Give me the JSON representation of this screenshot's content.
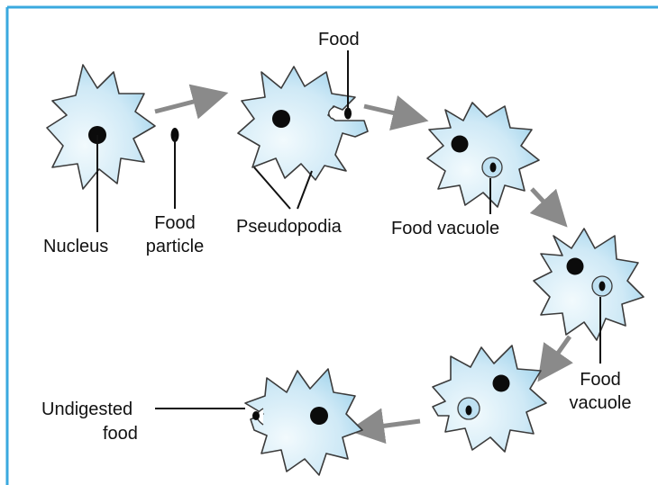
{
  "colors": {
    "border": "#3aa9df",
    "cell_fill_light": "#eaf6fc",
    "cell_fill_dark": "#a9d8ef",
    "cell_outline": "#3b3b3b",
    "nucleus": "#0b0b0b",
    "arrow": "#8a8a8a",
    "leader_line": "#111111"
  },
  "labels": {
    "food": "Food",
    "nucleus": "Nucleus",
    "food_particle_line1": "Food",
    "food_particle_line2": "particle",
    "pseudopodia": "Pseudopodia",
    "food_vacuole_1": "Food vacuole",
    "food_vacuole_2_line1": "Food",
    "food_vacuole_2_line2": "vacuole",
    "undigested_line1": "Undigested",
    "undigested_line2": "food"
  },
  "stages": [
    {
      "name": "amoeba-stage-1",
      "contains": [
        "nucleus"
      ]
    },
    {
      "name": "amoeba-stage-2",
      "contains": [
        "nucleus",
        "food",
        "pseudopodia"
      ]
    },
    {
      "name": "amoeba-stage-3",
      "contains": [
        "nucleus",
        "food vacuole"
      ]
    },
    {
      "name": "amoeba-stage-4",
      "contains": [
        "nucleus",
        "food vacuole"
      ]
    },
    {
      "name": "amoeba-stage-5",
      "contains": [
        "nucleus",
        "food vacuole"
      ]
    },
    {
      "name": "amoeba-stage-6",
      "contains": [
        "nucleus",
        "undigested food"
      ]
    }
  ]
}
